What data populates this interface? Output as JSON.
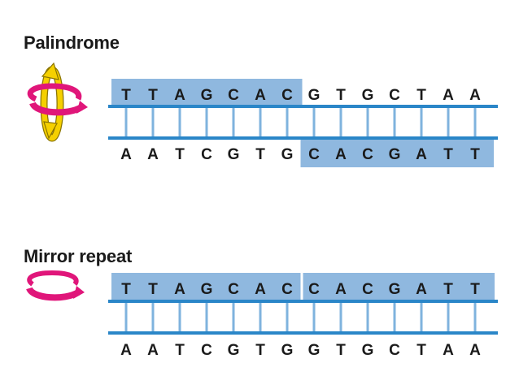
{
  "sections": [
    {
      "title": "Palindrome",
      "top_strand": [
        "T",
        "T",
        "A",
        "G",
        "C",
        "A",
        "C",
        "G",
        "T",
        "G",
        "C",
        "T",
        "A",
        "A"
      ],
      "bottom_strand": [
        "A",
        "A",
        "T",
        "C",
        "G",
        "T",
        "G",
        "C",
        "A",
        "C",
        "G",
        "A",
        "T",
        "T"
      ],
      "highlight": "top-left-bottom-right",
      "symmetry_icon": "two-fold-rotation-icon"
    },
    {
      "title": "Mirror repeat",
      "top_strand": [
        "T",
        "T",
        "A",
        "G",
        "C",
        "A",
        "C",
        "C",
        "A",
        "C",
        "G",
        "A",
        "T",
        "T"
      ],
      "bottom_strand": [
        "A",
        "A",
        "T",
        "C",
        "G",
        "T",
        "G",
        "G",
        "T",
        "G",
        "C",
        "T",
        "A",
        "A"
      ],
      "highlight": "top-both-halves",
      "symmetry_icon": "mirror-rotation-icon"
    }
  ],
  "colors": {
    "highlight": "#8fb8df",
    "backbone": "#2a86c8",
    "rung": "#7fb3de",
    "arrow_magenta": "#e0167a",
    "arrow_yellow": "#f5d000"
  }
}
